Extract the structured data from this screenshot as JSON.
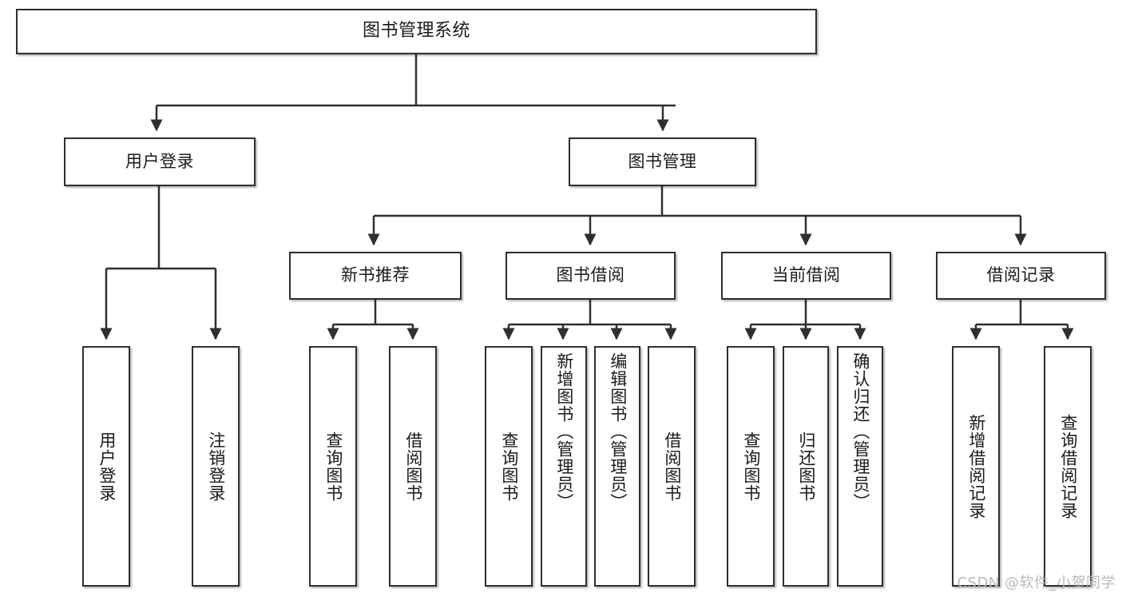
{
  "diagram": {
    "title_node": {
      "label": "图书管理系统"
    },
    "level2": [
      {
        "id": "user-login",
        "label": "用户登录"
      },
      {
        "id": "book-management",
        "label": "图书管理"
      }
    ],
    "level3": [
      {
        "id": "new-book-recommend",
        "label": "新书推荐"
      },
      {
        "id": "book-borrow",
        "label": "图书借阅"
      },
      {
        "id": "current-borrow",
        "label": "当前借阅"
      },
      {
        "id": "borrow-record",
        "label": "借阅记录"
      }
    ],
    "leaves": [
      {
        "id": "leaf-user-login",
        "label": "用户登录",
        "align": "center"
      },
      {
        "id": "leaf-logout-login",
        "label": "注销登录",
        "align": "center"
      },
      {
        "id": "leaf-query-book-1",
        "label": "查询图书",
        "align": "center"
      },
      {
        "id": "leaf-borrow-book-1",
        "label": "借阅图书",
        "align": "center"
      },
      {
        "id": "leaf-query-book-2",
        "label": "查询图书",
        "align": "center"
      },
      {
        "id": "leaf-add-book-admin",
        "label": "新增图书（管理员）",
        "align": "top"
      },
      {
        "id": "leaf-edit-book-admin",
        "label": "编辑图书（管理员）",
        "align": "top"
      },
      {
        "id": "leaf-borrow-book-2",
        "label": "借阅图书",
        "align": "center"
      },
      {
        "id": "leaf-query-book-3",
        "label": "查询图书",
        "align": "center"
      },
      {
        "id": "leaf-return-book",
        "label": "归还图书",
        "align": "center"
      },
      {
        "id": "leaf-confirm-return-admin",
        "label": "确认归还（管理员）",
        "align": "top"
      },
      {
        "id": "leaf-add-borrow-record",
        "label": "新增借阅记录",
        "align": "center"
      },
      {
        "id": "leaf-query-borrow-record",
        "label": "查询借阅记录",
        "align": "center"
      }
    ]
  },
  "watermark": {
    "text": "CSDN @软件_小贺同学"
  }
}
